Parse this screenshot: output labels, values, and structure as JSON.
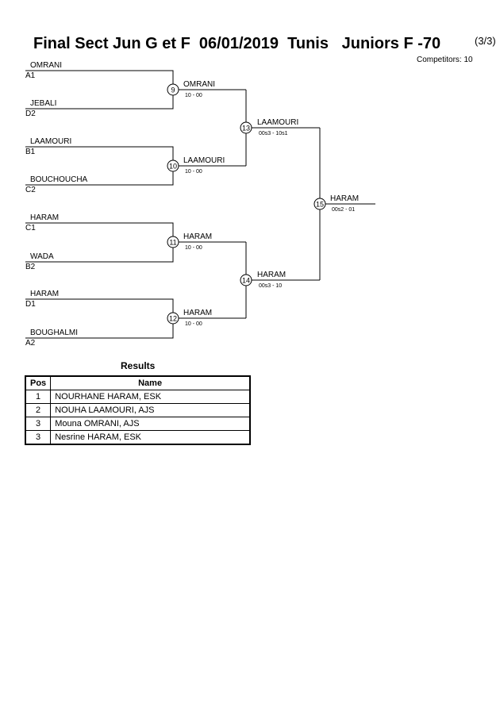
{
  "header": {
    "title": "Final Sect Jun G et F  06/01/2019  Tunis   Juniors F -70",
    "page": "(3/3)",
    "competitors": "Competitors: 10"
  },
  "bracket": {
    "entries": [
      {
        "name": "OMRANI",
        "seed": "A1"
      },
      {
        "name": "JEBALI",
        "seed": "D2"
      },
      {
        "name": "LAAMOURI",
        "seed": "B1"
      },
      {
        "name": "BOUCHOUCHA",
        "seed": "C2"
      },
      {
        "name": "HARAM",
        "seed": "C1"
      },
      {
        "name": "WADA",
        "seed": "B2"
      },
      {
        "name": "HARAM",
        "seed": "D1"
      },
      {
        "name": "BOUGHALMI",
        "seed": "A2"
      }
    ],
    "matches": [
      {
        "id": "9",
        "winner": "OMRANI",
        "score": "10 - 00"
      },
      {
        "id": "10",
        "winner": "LAAMOURI",
        "score": "10 - 00"
      },
      {
        "id": "11",
        "winner": "HARAM",
        "score": "10 - 00"
      },
      {
        "id": "12",
        "winner": "HARAM",
        "score": "10 - 00"
      },
      {
        "id": "13",
        "winner": "LAAMOURI",
        "score": "00s3 - 10s1"
      },
      {
        "id": "14",
        "winner": "HARAM",
        "score": "00s3 - 10"
      },
      {
        "id": "15",
        "winner": "HARAM",
        "score": "00s2 - 01"
      }
    ]
  },
  "results": {
    "title": "Results",
    "headers": {
      "pos": "Pos",
      "name": "Name"
    },
    "rows": [
      {
        "pos": "1",
        "name": "NOURHANE HARAM, ESK"
      },
      {
        "pos": "2",
        "name": "NOUHA LAAMOURI, AJS"
      },
      {
        "pos": "3",
        "name": "Mouna OMRANI, AJS"
      },
      {
        "pos": "3",
        "name": "Nesrine HARAM, ESK"
      }
    ]
  }
}
